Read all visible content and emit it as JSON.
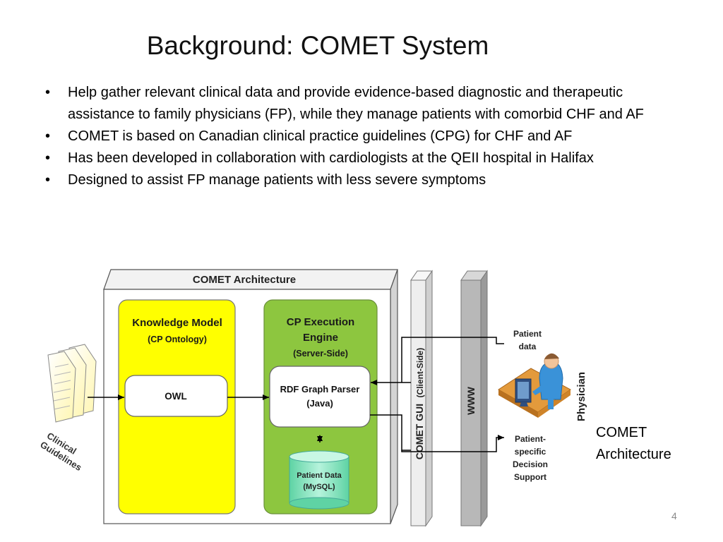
{
  "slide": {
    "title": "Background: COMET System",
    "bullets": [
      "Help gather relevant clinical data and provide evidence-based diagnostic and therapeutic assistance to family physicians (FP), while they manage patients with comorbid CHF and AF",
      "COMET is based on Canadian clinical practice guidelines (CPG) for CHF and AF",
      "Has been developed in collaboration with cardiologists at the QEII hospital in Halifax",
      "Designed to assist FP manage patients with less severe symptoms"
    ],
    "caption_lines": [
      "COMET",
      "Architecture"
    ],
    "page_number": "4"
  },
  "diagram": {
    "architecture_label": "COMET Architecture",
    "knowledge_model": {
      "title_lines": [
        "Knowledge Model"
      ],
      "subtitle": "(CP Ontology)",
      "inner_box": "OWL"
    },
    "execution_engine": {
      "title_lines": [
        "CP Execution",
        "Engine"
      ],
      "subtitle": "(Server-Side)",
      "parser_lines": [
        "RDF Graph Parser",
        "(Java)"
      ],
      "database_lines": [
        "Patient Data",
        "(MySQL)"
      ]
    },
    "gui_label": "COMET GUI",
    "gui_sublabel": "(Client-Side)",
    "www_label": "WWW",
    "guidelines_lines": [
      "Clinical",
      "Guidelines"
    ],
    "patient_data_lines": [
      "Patient",
      "data"
    ],
    "decision_support_lines": [
      "Patient-",
      "specific",
      "Decision",
      "Support"
    ],
    "physician_label": "Physician",
    "colors": {
      "knowledge_model_fill": "#ffff00",
      "execution_engine_fill": "#8dc63f",
      "database_fill": "#7be0b8",
      "www_fill": "#b8b8b8",
      "gui_fill": "#eeeeee"
    }
  }
}
